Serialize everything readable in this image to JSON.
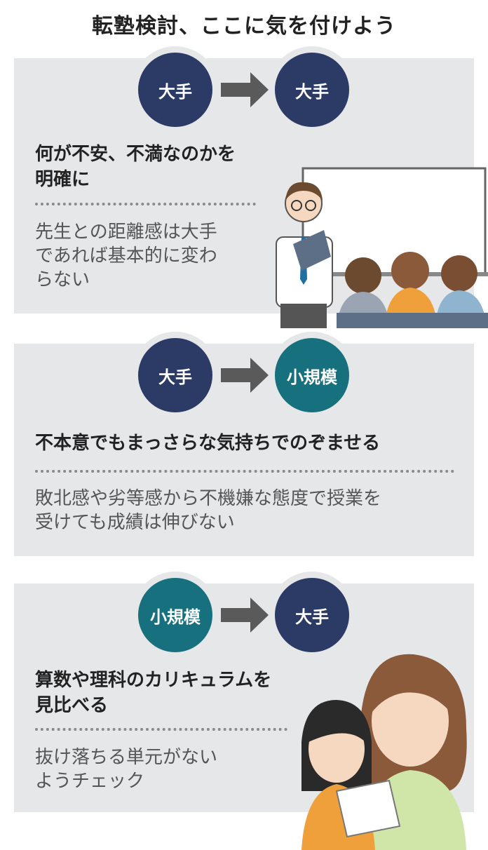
{
  "title": "転塾検討、ここに気を付けよう",
  "colors": {
    "large": "#2c3a66",
    "small": "#17707e",
    "panel": "#e6e7e9",
    "arrow": "#5a5a5a"
  },
  "panels": [
    {
      "from": "大手",
      "to": "大手",
      "heading_lines": [
        "何が不安、不満なのかを",
        "明確に"
      ],
      "body_lines": [
        "先生との距離感は大手",
        "であれば基本的に変わ",
        "らない"
      ]
    },
    {
      "from": "大手",
      "to": "小規模",
      "heading_lines": [
        "不本意でもまっさらな気持ちでのぞませる"
      ],
      "body_lines": [
        "敗北感や劣等感から不機嫌な態度で授業を",
        "受けても成績は伸びない"
      ]
    },
    {
      "from": "小規模",
      "to": "大手",
      "heading_lines": [
        "算数や理科のカリキュラムを",
        "見比べる"
      ],
      "body_lines": [
        "抜け落ちる単元がない",
        "ようチェック"
      ]
    }
  ]
}
